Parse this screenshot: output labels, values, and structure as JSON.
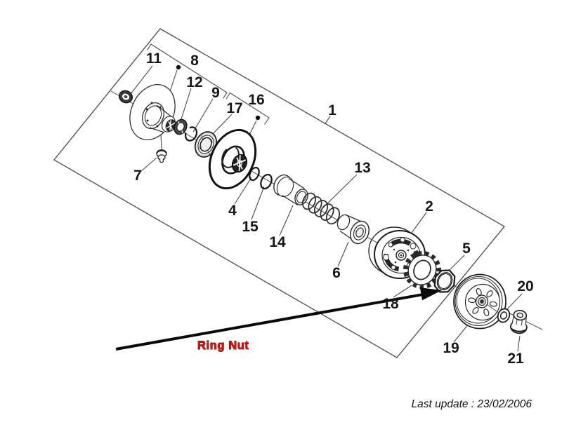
{
  "part_labels": {
    "n1": "1",
    "n2": "2",
    "n4": "4",
    "n5": "5",
    "n6": "6",
    "n7": "7",
    "n8": "8",
    "n9": "9",
    "n11": "11",
    "n12": "12",
    "n13": "13",
    "n14": "14",
    "n15": "15",
    "n16": "16",
    "n17": "17",
    "n18": "18",
    "n19": "19",
    "n20": "20",
    "n21": "21"
  },
  "annotations": {
    "ring_nut": "Ring Nut",
    "last_update": "Last update : 23/02/2006"
  },
  "colors": {
    "ring_nut_text": "#e01010",
    "arrow": "#0a0a0a",
    "construction_line": "#4b4b4b",
    "background": "#ffffff"
  }
}
